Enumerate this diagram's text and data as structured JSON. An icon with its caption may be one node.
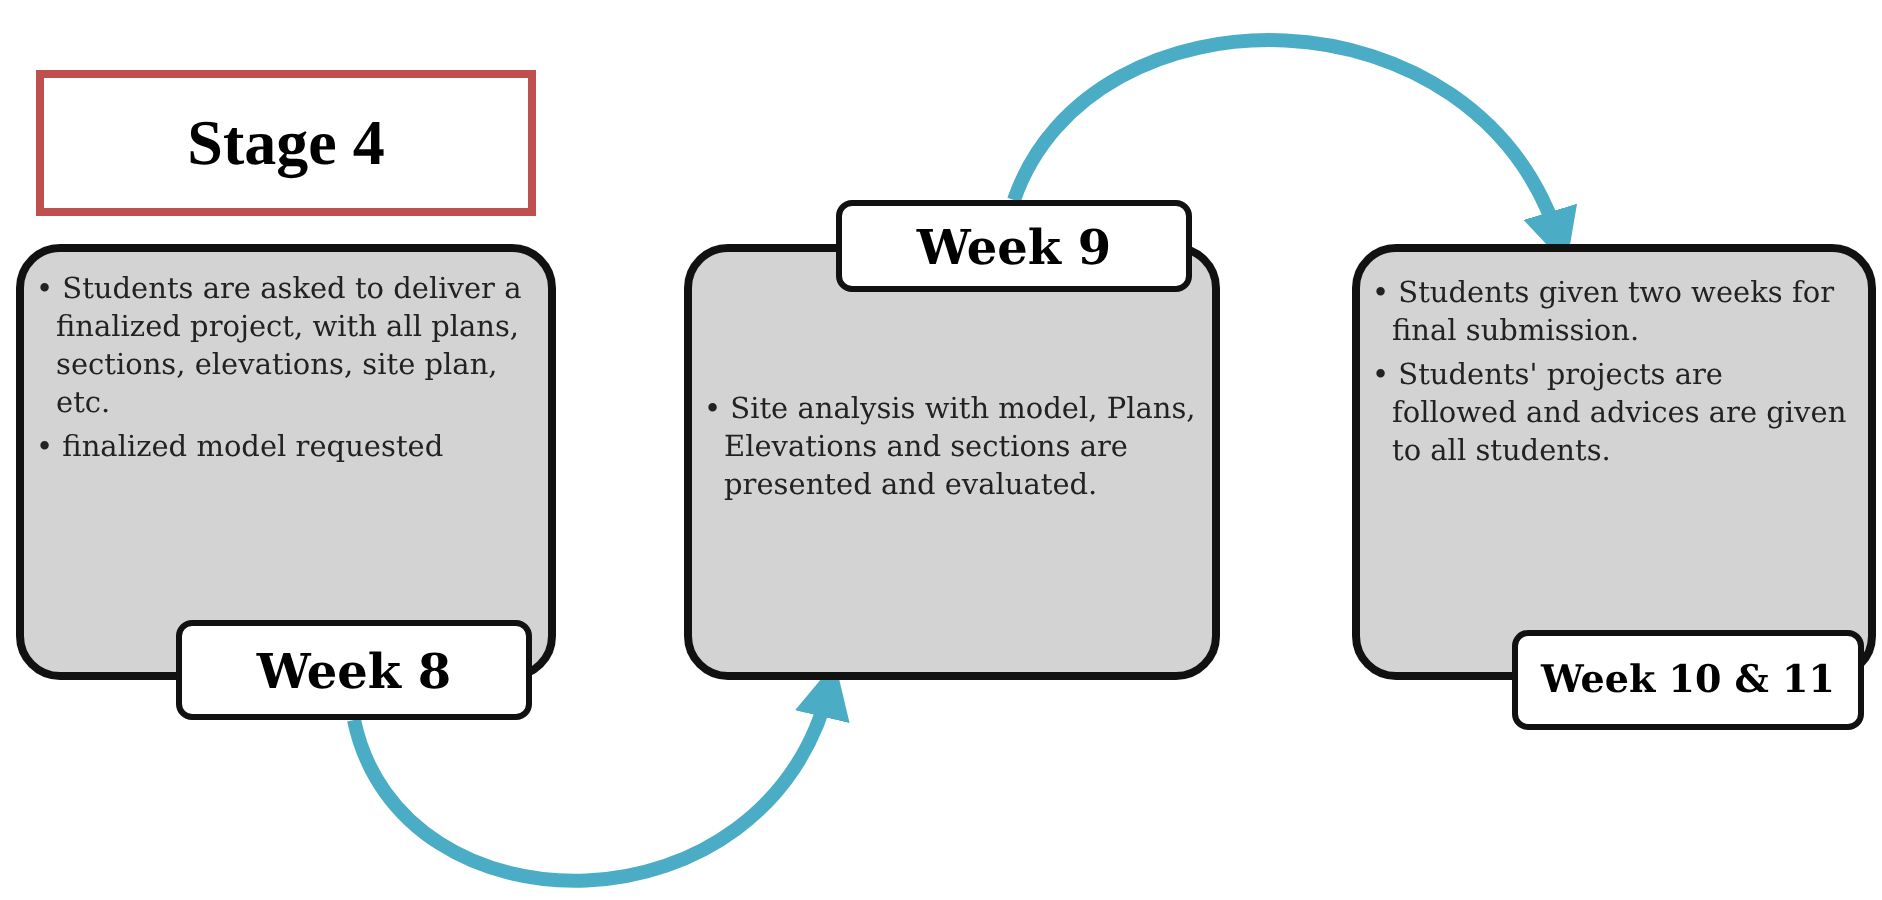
{
  "diagram": {
    "nodes": [
      {
        "text": [
          "Stage 4"
        ]
      },
      {
        "text": [
          "• Students are asked to deliver a finalized project, with all plans, sections, elevations, site plan, etc.",
          "• finalized model requested"
        ]
      },
      {
        "text": [
          "Week 8"
        ]
      },
      {
        "text": [
          "• Site analysis with model, Plans, Elevations and sections are presented and evaluated."
        ]
      },
      {
        "text": [
          "Week 9"
        ]
      },
      {
        "text": [
          "• Students given two weeks for final submission.",
          "• Students' projects are followed and advices are given to all students."
        ]
      },
      {
        "text": [
          "Week 10 & 11"
        ]
      }
    ],
    "edges": [
      {
        "from": 2,
        "to": 3,
        "arrow": "to"
      },
      {
        "from": 4,
        "to": 5,
        "arrow": "to"
      }
    ]
  }
}
